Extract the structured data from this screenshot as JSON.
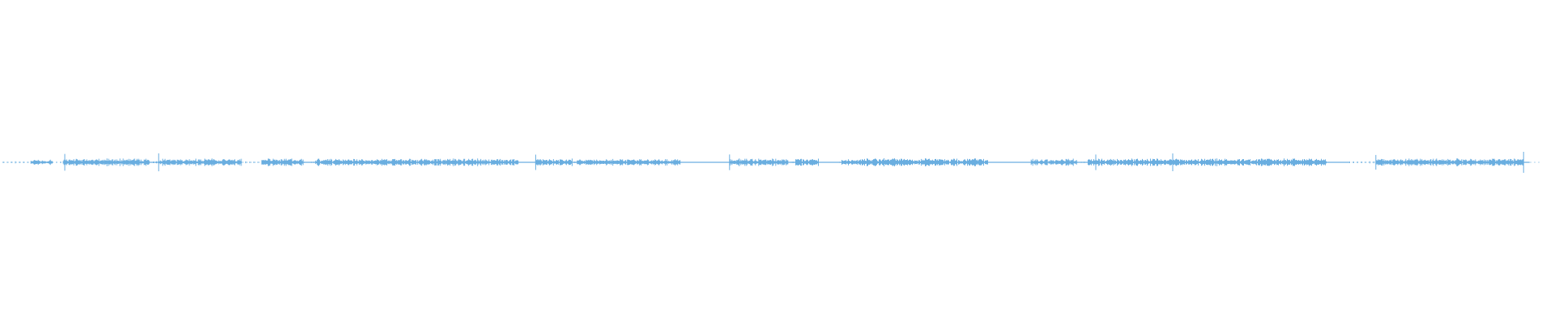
{
  "waveform": {
    "color": "#6aaee0",
    "segments": [
      {
        "start": 0.0,
        "end": 0.018,
        "level": 0.05,
        "dotted": true
      },
      {
        "start": 0.018,
        "end": 0.032,
        "level": 0.28
      },
      {
        "start": 0.032,
        "end": 0.039,
        "level": 0.05,
        "dotted": true
      },
      {
        "start": 0.039,
        "end": 0.095,
        "level": 0.4
      },
      {
        "start": 0.095,
        "end": 0.101,
        "level": 0.1
      },
      {
        "start": 0.101,
        "end": 0.155,
        "level": 0.4
      },
      {
        "start": 0.155,
        "end": 0.168,
        "level": 0.05,
        "dotted": true
      },
      {
        "start": 0.168,
        "end": 0.195,
        "level": 0.42
      },
      {
        "start": 0.195,
        "end": 0.203,
        "level": 0.08
      },
      {
        "start": 0.203,
        "end": 0.335,
        "level": 0.4
      },
      {
        "start": 0.335,
        "end": 0.346,
        "level": 0.05
      },
      {
        "start": 0.346,
        "end": 0.37,
        "level": 0.4
      },
      {
        "start": 0.37,
        "end": 0.373,
        "level": 0.08
      },
      {
        "start": 0.373,
        "end": 0.44,
        "level": 0.36
      },
      {
        "start": 0.44,
        "end": 0.472,
        "level": 0.03
      },
      {
        "start": 0.472,
        "end": 0.51,
        "level": 0.4
      },
      {
        "start": 0.51,
        "end": 0.515,
        "level": 0.08
      },
      {
        "start": 0.515,
        "end": 0.53,
        "level": 0.4
      },
      {
        "start": 0.53,
        "end": 0.545,
        "level": 0.06
      },
      {
        "start": 0.545,
        "end": 0.64,
        "level": 0.42
      },
      {
        "start": 0.64,
        "end": 0.668,
        "level": 0.04
      },
      {
        "start": 0.668,
        "end": 0.698,
        "level": 0.38
      },
      {
        "start": 0.698,
        "end": 0.705,
        "level": 0.06
      },
      {
        "start": 0.705,
        "end": 0.86,
        "level": 0.4
      },
      {
        "start": 0.86,
        "end": 0.875,
        "level": 0.05
      },
      {
        "start": 0.875,
        "end": 0.892,
        "level": 0.04,
        "dotted": true
      },
      {
        "start": 0.892,
        "end": 0.988,
        "level": 0.4
      },
      {
        "start": 0.988,
        "end": 0.992,
        "level": 0.05
      }
    ],
    "spikes": [
      0.04,
      0.101,
      0.346,
      0.472,
      0.71,
      0.76,
      0.892,
      0.988
    ]
  }
}
